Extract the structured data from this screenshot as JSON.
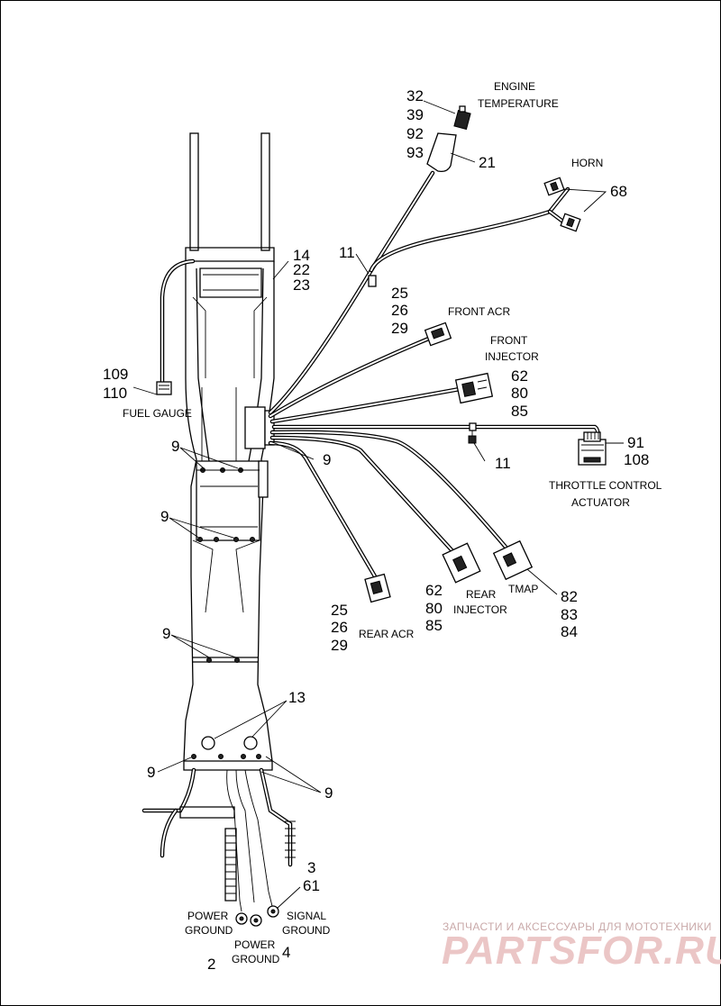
{
  "callouts": {
    "c32": "32",
    "c39": "39",
    "c92": "92",
    "c93": "93",
    "c21": "21",
    "c68": "68",
    "c11a": "11",
    "c14": "14",
    "c22": "22",
    "c23": "23",
    "c25a": "25",
    "c26a": "26",
    "c29a": "29",
    "c62a": "62",
    "c80a": "80",
    "c85a": "85",
    "c109": "109",
    "c110": "110",
    "c9a": "9",
    "c9b": "9",
    "c9c": "9",
    "c9d": "9",
    "c9e": "9",
    "c9f": "9",
    "c91": "91",
    "c108": "108",
    "c11b": "11",
    "c25b": "25",
    "c26b": "26",
    "c29b": "29",
    "c62b": "62",
    "c80b": "80",
    "c85b": "85",
    "c82": "82",
    "c83": "83",
    "c84": "84",
    "c13": "13",
    "c3": "3",
    "c61": "61",
    "c2": "2",
    "c4": "4"
  },
  "labels": {
    "engine_temp_1": "ENGINE",
    "engine_temp_2": "TEMPERATURE",
    "horn": "HORN",
    "front_acr": "FRONT ACR",
    "front_injector_1": "FRONT",
    "front_injector_2": "INJECTOR",
    "fuel_gauge": "FUEL GAUGE",
    "throttle_1": "THROTTLE CONTROL",
    "throttle_2": "ACTUATOR",
    "rear_acr": "REAR ACR",
    "rear_injector_1": "REAR",
    "rear_injector_2": "INJECTOR",
    "tmap": "TMAP",
    "power_ground_a_1": "POWER",
    "power_ground_a_2": "GROUND",
    "power_ground_b_1": "POWER",
    "power_ground_b_2": "GROUND",
    "signal_ground_1": "SIGNAL",
    "signal_ground_2": "GROUND"
  },
  "watermark": {
    "tagline": "ЗАПЧАСТИ И АКСЕССУАРЫ ДЛЯ МОТОТЕХНИКИ",
    "brand": "PARTSFOR.RU",
    "color": "#e8bcbc"
  }
}
